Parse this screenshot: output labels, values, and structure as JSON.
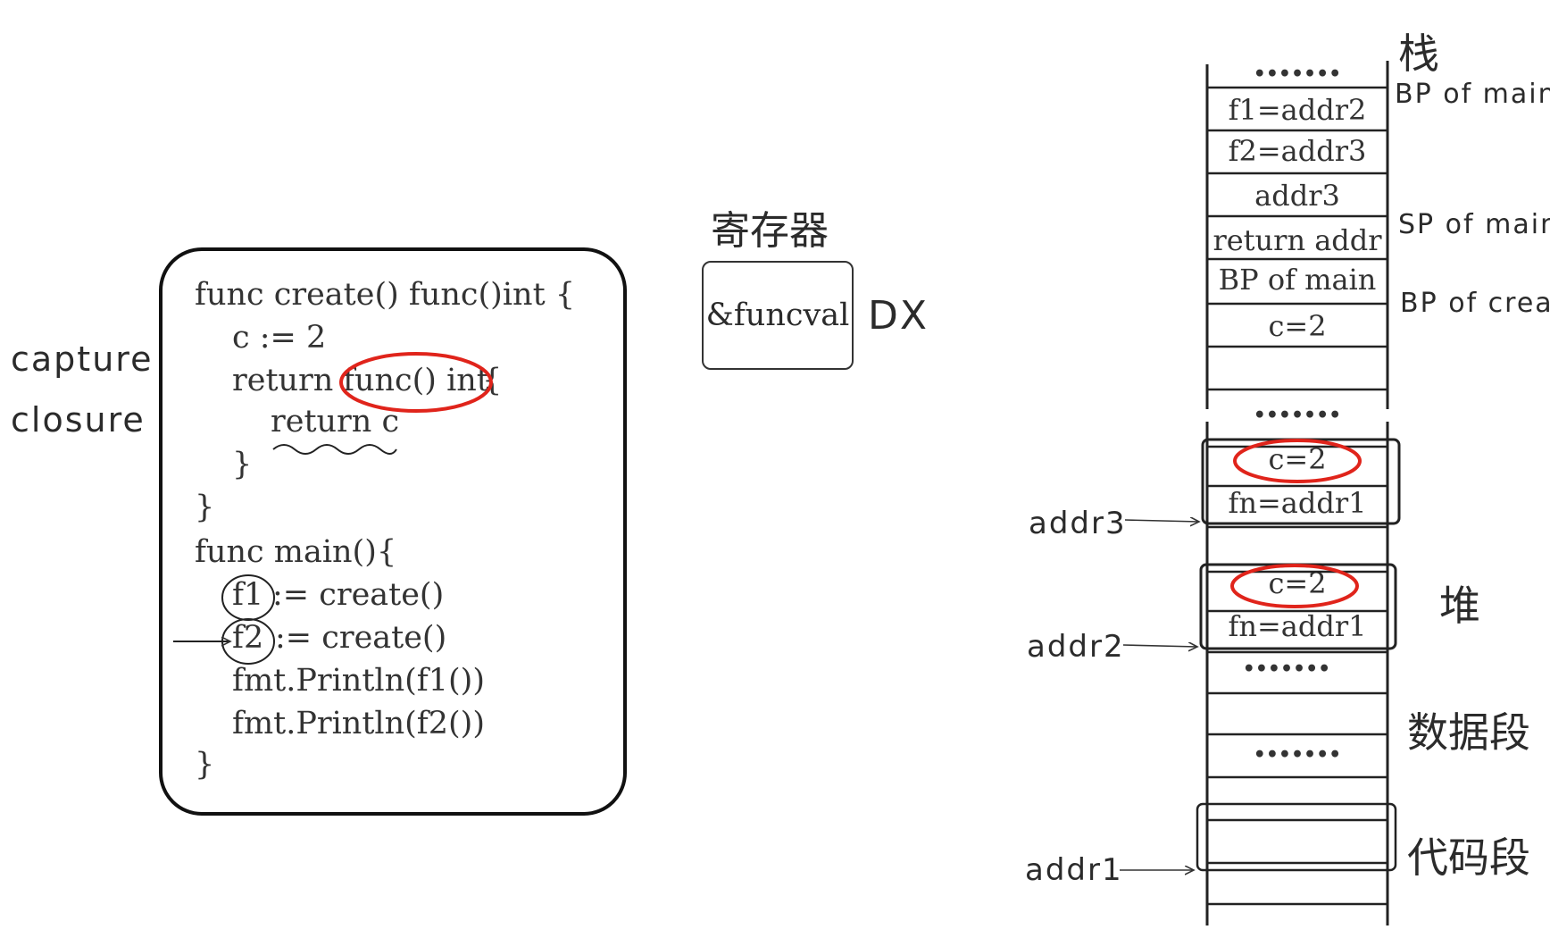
{
  "side_label": {
    "capture": "capture",
    "closure": "closure"
  },
  "code": {
    "line1": "func create() func()int {",
    "line2": "c := 2",
    "line3_return": "return",
    "line3_func": "func() int",
    "line3_brace": "{",
    "line4": "return c",
    "line5": "}",
    "line6": "}",
    "line7": "func main(){",
    "line8_var": "f1",
    "line8_rest": ":= create()",
    "line9_var": "f2",
    "line9_rest": ":= create()",
    "line10": "fmt.Println(f1())",
    "line11": "fmt.Println(f2())",
    "line12": "}"
  },
  "register": {
    "title": "寄存器",
    "value": "&funcval",
    "name": "DX"
  },
  "memory": {
    "stack_label": "栈",
    "heap_label": "堆",
    "data_label": "数据段",
    "code_label": "代码段",
    "dots": "•••••••",
    "stack_cells": [
      "f1=addr2",
      "f2=addr3",
      "addr3",
      "return addr",
      "BP of main",
      "c=2"
    ],
    "heap_cells": [
      "c=2",
      "fn=addr1",
      "c=2",
      "fn=addr1"
    ],
    "pointers": {
      "bp_of_main": "BP of main",
      "sp_of_main": "SP of main",
      "bp_of_create": "BP of creat"
    },
    "addresses": {
      "addr3": "addr3",
      "addr2": "addr2",
      "addr1": "addr1"
    }
  },
  "colors": {
    "highlight": "#e0241b",
    "ink": "#111111"
  }
}
